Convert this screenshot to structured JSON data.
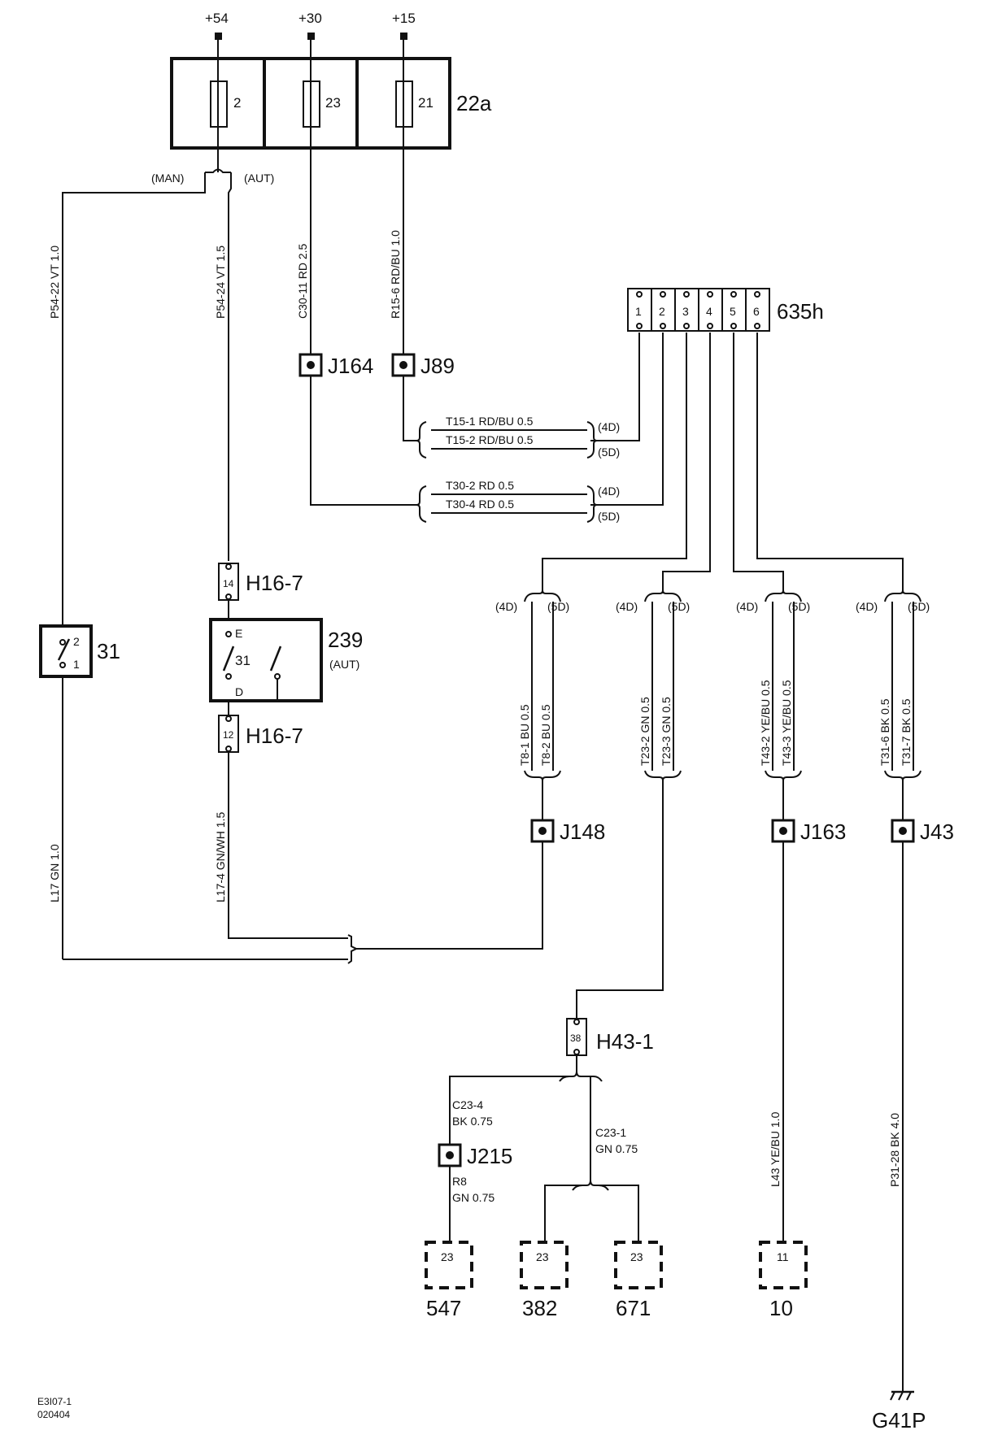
{
  "terminals": {
    "t54": "+54",
    "t30": "+30",
    "t15": "+15"
  },
  "fusebox": {
    "id": "22a",
    "fuse_54": "2",
    "fuse_30": "23",
    "fuse_15": "21"
  },
  "switch_labels": {
    "man": "(MAN)",
    "aut": "(AUT)"
  },
  "wires": {
    "p54_22": "P54-22  VT  1.0",
    "p54_24": "P54-24  VT  1.5",
    "c30_11": "C30-11  RD  2.5",
    "r15_6": "R15-6  RD/BU  1.0",
    "t15_1": "T15-1  RD/BU  0.5",
    "t15_2": "T15-2  RD/BU  0.5",
    "t30_2": "T30-2  RD  0.5",
    "t30_4": "T30-4  RD  0.5",
    "t8_1": "T8-1  BU  0.5",
    "t8_2": "T8-2  BU  0.5",
    "t23_2": "T23-2  GN  0.5",
    "t23_3": "T23-3  GN  0.5",
    "t43_2": "T43-2  YE/BU  0.5",
    "t43_3": "T43-3  YE/BU  0.5",
    "t31_6": "T31-6  BK  0.5",
    "t31_7": "T31-7  BK  0.5",
    "l17": "L17  GN  1.0",
    "l17_4": "L17-4  GN/WH  1.5",
    "c23_4": "C23-4",
    "c23_4_spec": "BK  0.75",
    "c23_1": "C23-1",
    "c23_1_spec": "GN  0.75",
    "r8": "R8",
    "r8_spec": "GN  0.75",
    "l43": "L43  YE/BU  1.0",
    "p31_28": "P31-28  BK  4.0"
  },
  "variants": {
    "d4": "(4D)",
    "d5": "(5D)"
  },
  "junctions": {
    "j164": "J164",
    "j89": "J89",
    "j148": "J148",
    "j163": "J163",
    "j43": "J43",
    "j215": "J215"
  },
  "connector_635h": {
    "id": "635h",
    "pins": [
      "1",
      "2",
      "3",
      "4",
      "5",
      "6"
    ]
  },
  "connectors": {
    "h16_7": "H16-7",
    "h16_7_pin_top": "14",
    "h16_7_pin_bot": "12",
    "h43_1": "H43-1",
    "h43_1_pin": "38"
  },
  "components": {
    "c31": "31",
    "c31_pin2": "2",
    "c31_pin1": "1",
    "c239": "239",
    "c239_aut": "(AUT)",
    "c239_e": "E",
    "c239_d": "D",
    "c239_pin": "31",
    "c547": "547",
    "c382": "382",
    "c671": "671",
    "c10": "10",
    "pin23": "23",
    "pin11": "11",
    "ground": "G41P"
  },
  "footer": {
    "code": "E3I07-1",
    "date": "020404"
  }
}
